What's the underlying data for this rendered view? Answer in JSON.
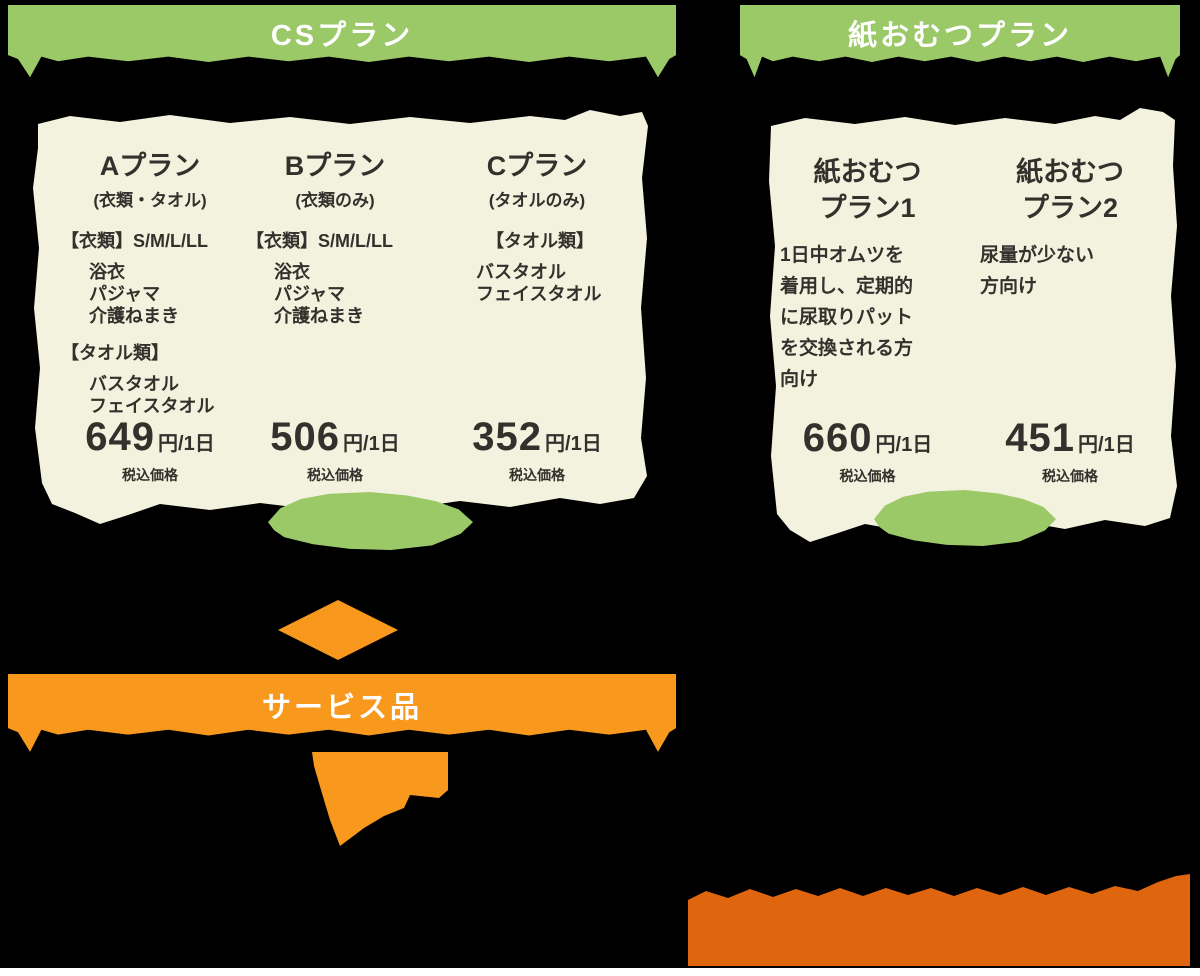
{
  "colors": {
    "background": "#000000",
    "green": "#9cc968",
    "cream": "#f3f2df",
    "orange": "#f8981d",
    "orange_dark": "#e0650f",
    "text_dark": "#32312c",
    "banner_text": "#ffffff"
  },
  "cs_section": {
    "banner_label": "CSプラン",
    "plans": [
      {
        "name": "Aプラン",
        "subtitle": "(衣類・タオル)",
        "heading1": "【衣類】S/M/L/LL",
        "items1": [
          "浴衣",
          "パジャマ",
          "介護ねまき"
        ],
        "heading2": "【タオル類】",
        "items2": [
          "バスタオル",
          "フェイスタオル"
        ],
        "price": "649",
        "price_unit": "円/1日",
        "price_note": "税込価格"
      },
      {
        "name": "Bプラン",
        "subtitle": "(衣類のみ)",
        "heading1": "【衣類】S/M/L/LL",
        "items1": [
          "浴衣",
          "パジャマ",
          "介護ねまき"
        ],
        "price": "506",
        "price_unit": "円/1日",
        "price_note": "税込価格"
      },
      {
        "name": "Cプラン",
        "subtitle": "(タオルのみ)",
        "heading1": "【タオル類】",
        "items1": [
          "バスタオル",
          "フェイスタオル"
        ],
        "price": "352",
        "price_unit": "円/1日",
        "price_note": "税込価格"
      }
    ]
  },
  "diaper_section": {
    "banner_label": "紙おむつプラン",
    "plans": [
      {
        "name": "紙おむつ\nプラン1",
        "description": " 1日中オムツを\n着用し、定期的\nに尿取りパット\nを交換される方\n向け",
        "price": "660",
        "price_unit": "円/1日",
        "price_note": "税込価格"
      },
      {
        "name": "紙おむつ\nプラン2",
        "description": "尿量が少ない\n方向け",
        "price": "451",
        "price_unit": "円/1日",
        "price_note": "税込価格"
      }
    ]
  },
  "service_section": {
    "banner_label": "サービス品"
  }
}
